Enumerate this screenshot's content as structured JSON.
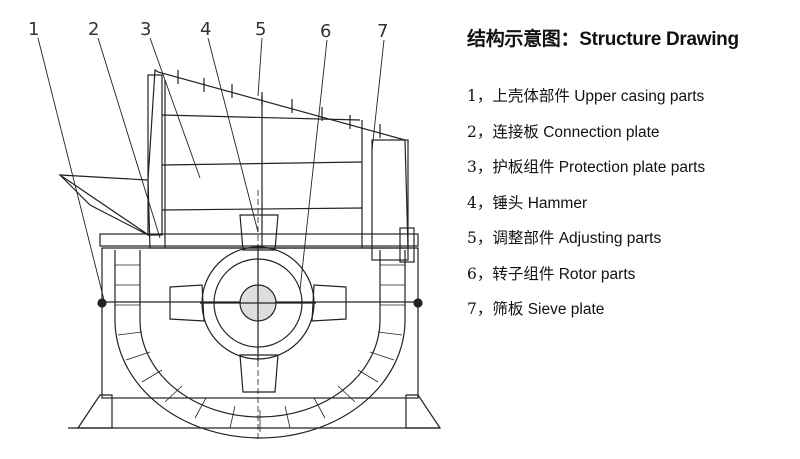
{
  "title": "结构示意图：Structure Drawing",
  "drawing_numbers": [
    "1",
    "2",
    "3",
    "4",
    "5",
    "6",
    "7"
  ],
  "parts": [
    {
      "num": "1，",
      "zh": "上壳体部件",
      "en": "Upper casing parts"
    },
    {
      "num": "2，",
      "zh": "连接板",
      "en": "Connection plate"
    },
    {
      "num": "3，",
      "zh": "护板组件",
      "en": "Protection plate parts"
    },
    {
      "num": "4，",
      "zh": "锤头",
      "en": "Hammer"
    },
    {
      "num": "5，",
      "zh": "调整部件",
      "en": "Adjusting parts"
    },
    {
      "num": "6，",
      "zh": "转子组件",
      "en": "Rotor parts"
    },
    {
      "num": "7，",
      "zh": "筛板",
      "en": "Sieve plate"
    }
  ]
}
